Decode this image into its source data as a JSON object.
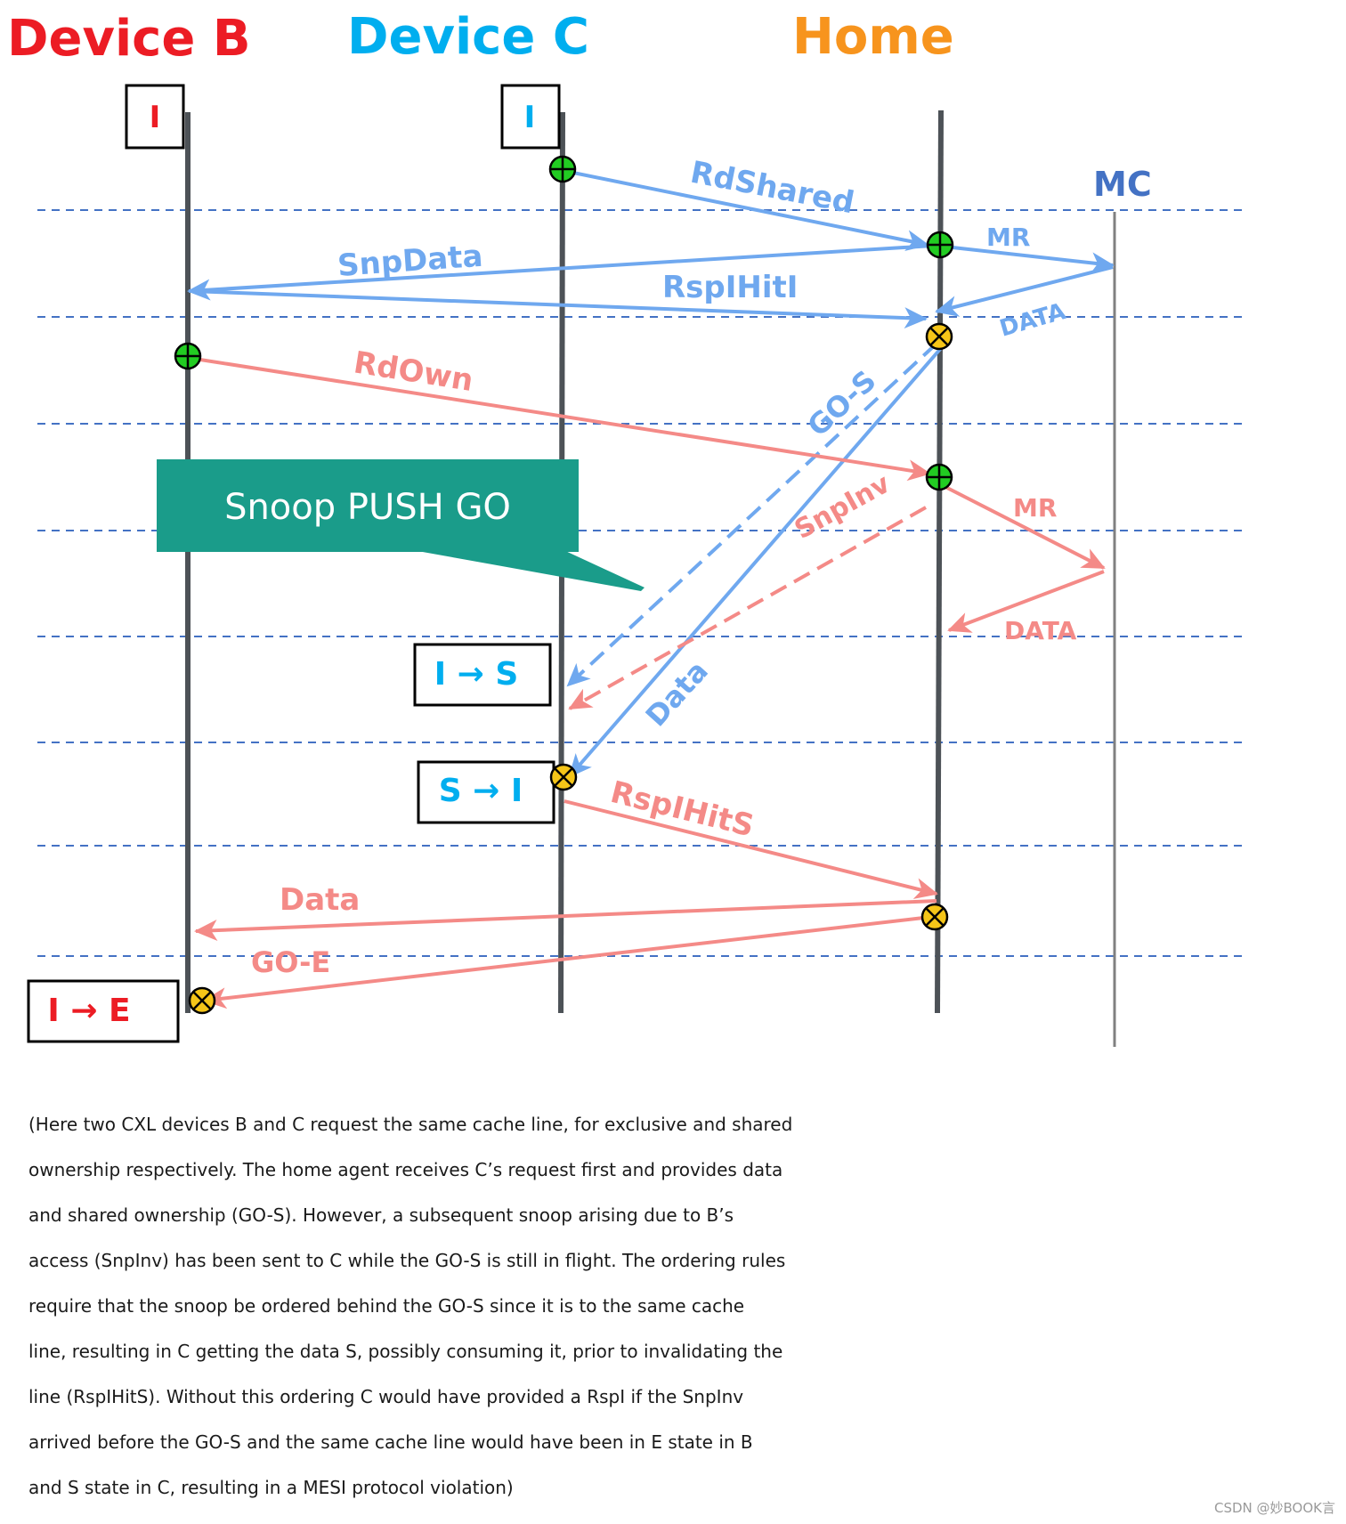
{
  "colors": {
    "device_b": "#ec1c24",
    "device_c": "#00aeef",
    "home": "#f7941d",
    "mc": "#4472c4",
    "blue_msg": "#6fa8ef",
    "red_msg": "#f48a87",
    "lifeline": "#4d5257",
    "dashed_grid": "#4472c4",
    "callout": "#1a9c8a",
    "start_marker": "#22cc22",
    "end_marker": "#f5c518"
  },
  "headers": {
    "device_b": "Device B",
    "device_c": "Device C",
    "home": "Home",
    "mc": "MC"
  },
  "states": {
    "b_initial": "I",
    "c_initial": "I",
    "c_i_to_s": "I → S",
    "c_s_to_i": "S → I",
    "b_i_to_e": "I → E"
  },
  "messages": {
    "rdshared": "RdShared",
    "mr_1": "MR",
    "snpdata": "SnpData",
    "rspihiti": "RspIHitI",
    "data_1": "DATA",
    "rdown": "RdOwn",
    "go_s": "GO-S",
    "snpinv": "SnpInv",
    "mr_2": "MR",
    "data_2": "DATA",
    "data_to_c": "Data",
    "rspihits": "RspIHitS",
    "data_to_b": "Data",
    "go_e": "GO-E"
  },
  "callout": {
    "text": "Snoop PUSH GO"
  },
  "caption_lines": [
    "(Here two CXL devices B and C request the same cache line, for exclusive and shared",
    "ownership respectively. The home agent receives C’s request first and provides data",
    "and shared ownership (GO-S). However, a subsequent snoop arising due to B’s",
    "access (SnpInv) has been sent to C while the GO-S is still in flight. The ordering rules",
    "require that the snoop be ordered behind the GO-S since it is to the same cache",
    "line, resulting in C getting the data S, possibly consuming it, prior to invalidating the",
    "line (RspIHitS). Without this ordering C would have provided a RspI if the SnpInv",
    "arrived before the GO-S and the same cache line would have been in E state in B",
    "and S state in C, resulting in a MESI protocol violation)"
  ],
  "watermark": "CSDN @妙BOOK言"
}
